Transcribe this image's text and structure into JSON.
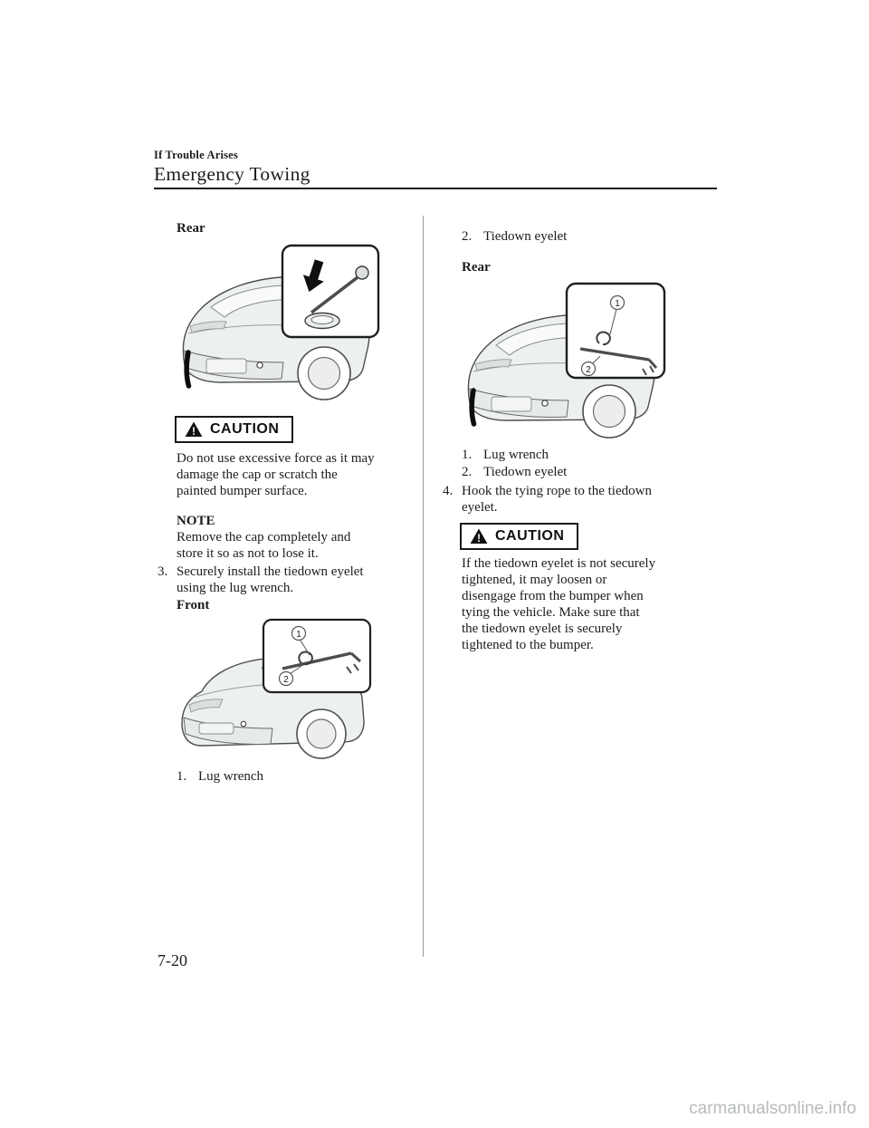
{
  "header": {
    "section": "If Trouble Arises",
    "title": "Emergency Towing"
  },
  "left_column": {
    "rear_label": "Rear",
    "caution": {
      "label": "CAUTION",
      "body": "Do not use excessive force as it may\ndamage the cap or scratch the\npainted bumper surface."
    },
    "note": {
      "label": "NOTE",
      "body": "Remove the cap completely and\nstore it so as not to lose it."
    },
    "step3": {
      "number": "3.",
      "text": "Securely install the tiedown eyelet\nusing the lug wrench."
    },
    "front_label": "Front",
    "legend1": {
      "number": "1.",
      "text": "Lug wrench"
    }
  },
  "right_column": {
    "legend_top": {
      "number": "2.",
      "text": "Tiedown eyelet"
    },
    "rear_label": "Rear",
    "legend1": {
      "number": "1.",
      "text": "Lug wrench"
    },
    "legend2": {
      "number": "2.",
      "text": "Tiedown eyelet"
    },
    "step4": {
      "number": "4.",
      "text": "Hook the tying rope to the tiedown\neyelet."
    },
    "caution": {
      "label": "CAUTION",
      "body": "If the tiedown eyelet is not securely\ntightened, it may loosen or\ndisengage from the bumper when\ntying the vehicle. Make sure that\nthe tiedown eyelet is securely\ntightened to the bumper."
    }
  },
  "diagrams": {
    "front_eyelet": {
      "callout1": "1",
      "callout2": "2"
    },
    "rear_eyelet": {
      "callout1": "1",
      "callout2": "2"
    }
  },
  "icons": {
    "exclamation": "!"
  },
  "footer": {
    "page_number": "7-20"
  },
  "watermark": "carmanualsonline.info"
}
